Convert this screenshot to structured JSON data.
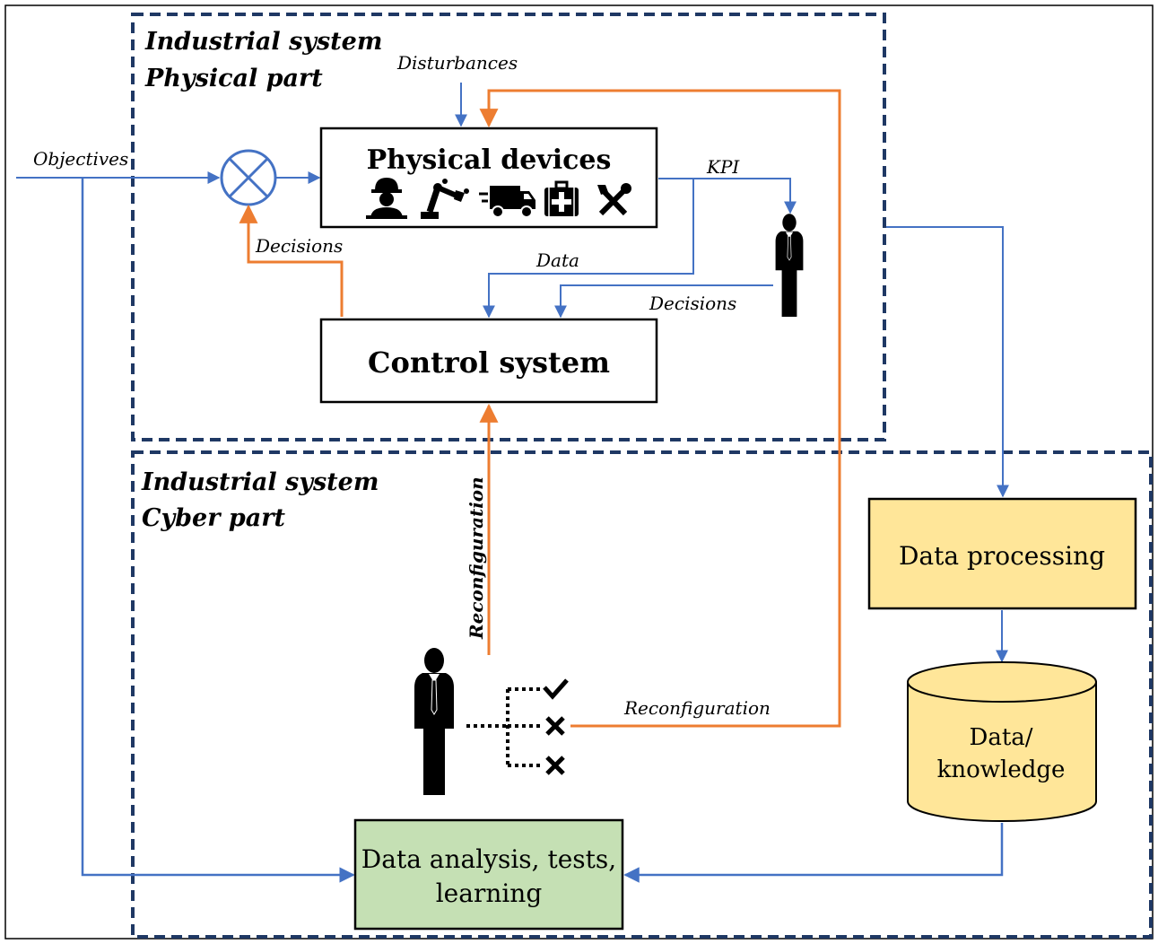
{
  "regions": {
    "physical": {
      "line1": "Industrial system",
      "line2": "Physical part"
    },
    "cyber": {
      "line1": "Industrial system",
      "line2": "Cyber part"
    }
  },
  "labels": {
    "objectives": "Objectives",
    "disturbances": "Disturbances",
    "kpi": "KPI",
    "data": "Data",
    "decisions_left": "Decisions",
    "decisions_right": "Decisions",
    "reconfiguration_vertical": "Reconfiguration",
    "reconfiguration_horizontal": "Reconfiguration"
  },
  "boxes": {
    "physical_devices": "Physical devices",
    "control_system": "Control system",
    "data_processing": "Data processing",
    "data_knowledge_line1": "Data/",
    "data_knowledge_line2": "knowledge",
    "data_analysis_line1": "Data analysis,  tests,",
    "data_analysis_line2": "learning"
  },
  "icons": [
    "worker-icon",
    "robot-arm-icon",
    "truck-icon",
    "first-aid-kit-icon",
    "tools-icon",
    "manager-icon",
    "decision-tree-icon"
  ],
  "colors": {
    "blue_line": "#4472c4",
    "orange_line": "#ed7d31",
    "dashed_border": "#1f3864",
    "data_processing_fill": "#ffe699",
    "data_knowledge_fill": "#ffe699",
    "data_analysis_fill": "#c5e0b4"
  }
}
